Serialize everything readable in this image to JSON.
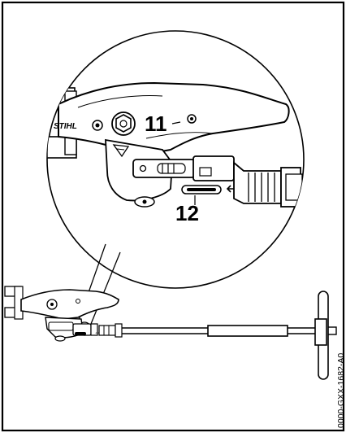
{
  "figure": {
    "callouts": {
      "n11": "11",
      "n12": "12"
    },
    "brand": "STIHL",
    "reference_code": "0000-GXX-1682-A0"
  },
  "colors": {
    "line": "#000000",
    "fill": "#ffffff",
    "shade": "#cfcfcf"
  }
}
